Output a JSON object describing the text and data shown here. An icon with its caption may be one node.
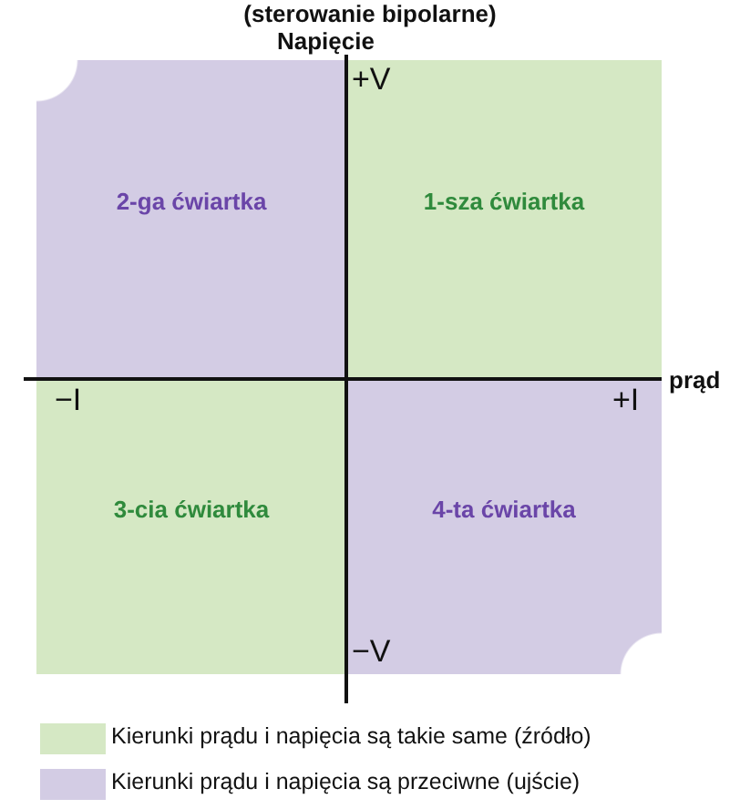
{
  "diagram": {
    "title": "(sterowanie bipolarne)",
    "nodes": [
      {
        "text": [
          "2-ga ćwiartka"
        ]
      },
      {
        "text": [
          "1-sza ćwiartka"
        ]
      },
      {
        "text": [
          "3-cia ćwiartka"
        ]
      },
      {
        "text": [
          "4-ta ćwiartka"
        ]
      }
    ],
    "edges": [],
    "labels": [
      "Napięcie",
      "+V",
      "prąd",
      "−I",
      "+I",
      "−V"
    ],
    "legend": [
      {
        "text": "Kierunki prądu i napięcia są takie same (źródło)",
        "color": "#d5e8c4"
      },
      {
        "text": "Kierunki prądu i napięcia są przeciwne (ujście)",
        "color": "#d3cce4"
      }
    ]
  }
}
